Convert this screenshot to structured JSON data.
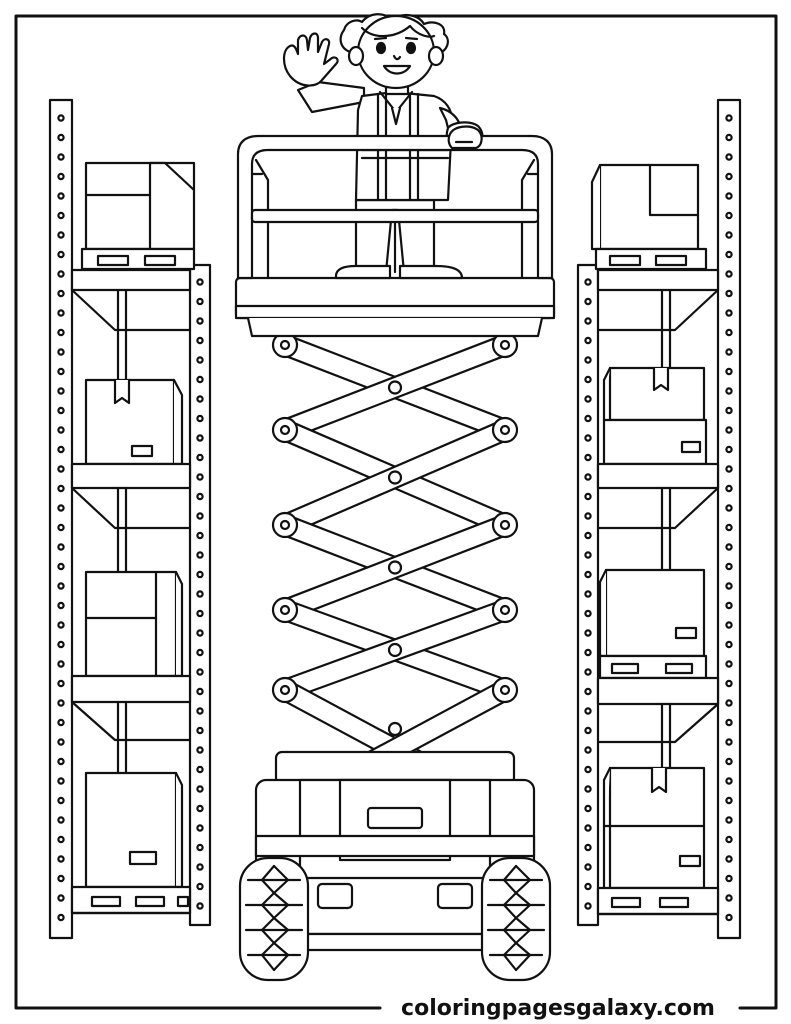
{
  "page": {
    "watermark": "coloringpagesgalaxy.com"
  },
  "colors": {
    "line": "#111111",
    "fill": "#ffffff"
  },
  "scene": {
    "subjects": [
      "worker",
      "scissor-lift",
      "left-shelf",
      "right-shelf"
    ]
  }
}
